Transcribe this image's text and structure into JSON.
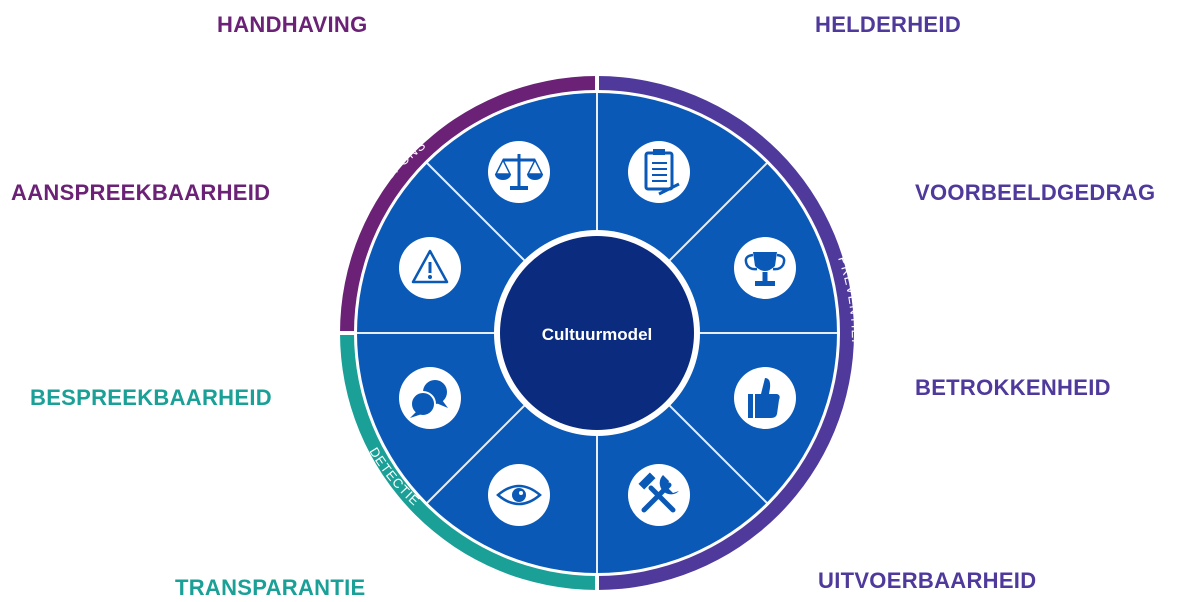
{
  "center": {
    "title": "Cultuurmodel"
  },
  "arcs": {
    "respons": "RESPONS",
    "preventief": "PREVENTIEF",
    "detectie": "DETECTIE"
  },
  "labels": {
    "handhaving": "HANDHAVING",
    "helderheid": "HELDERHEID",
    "aanspreekbaarheid": "AANSPREEKBAARHEID",
    "voorbeeldgedrag": "VOORBEELDGEDRAG",
    "bespreekbaarheid": "BESPREEKBAARHEID",
    "betrokkenheid": "BETROKKENHEID",
    "transparantie": "TRANSPARANTIE",
    "uitvoerbaarheid": "UITVOERBAARHEID"
  },
  "segment_icons": [
    "scales-icon",
    "clipboard-icon",
    "trophy-icon",
    "thumbs-up-icon",
    "tools-icon",
    "eye-icon",
    "speech-bubbles-icon",
    "warning-icon"
  ],
  "colors": {
    "respons": "#6b2276",
    "preventief": "#4f3a9c",
    "detectie": "#1aa097",
    "segment": "#0b59b6",
    "center": "#0b2b7e"
  }
}
